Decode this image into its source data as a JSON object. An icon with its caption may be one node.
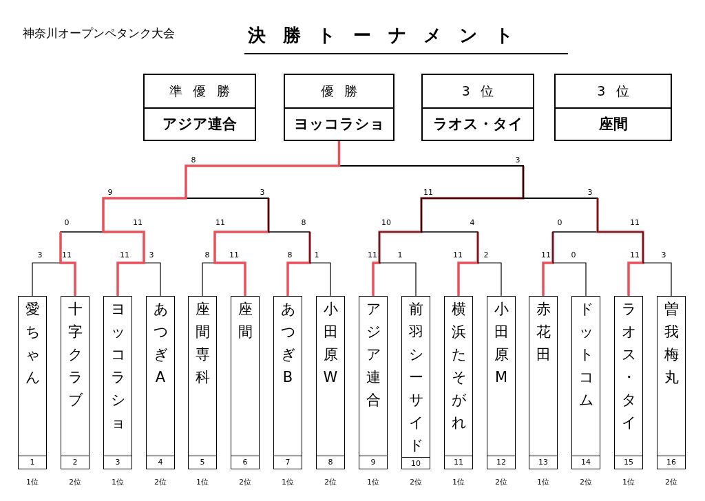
{
  "diagram": {
    "title": "決勝トーナメント",
    "nodes": [
      {
        "text": [
          "準優勝",
          "アジア連合"
        ]
      },
      {
        "text": [
          "優勝",
          "ヨッコラショ"
        ]
      },
      {
        "text": [
          "3位",
          "ラオス・タイ"
        ]
      },
      {
        "text": [
          "3位",
          "座間"
        ]
      },
      {
        "text": [
          "愛ちゃん",
          "1"
        ],
        "beside": [
          "1位"
        ]
      },
      {
        "text": [
          "十字クラブ",
          "2"
        ],
        "beside": [
          "2位"
        ]
      },
      {
        "text": [
          "ヨッコラショ",
          "3"
        ],
        "beside": [
          "1位"
        ]
      },
      {
        "text": [
          "あつぎA",
          "4"
        ],
        "beside": [
          "2位"
        ]
      },
      {
        "text": [
          "座間専科",
          "5"
        ],
        "beside": [
          "1位"
        ]
      },
      {
        "text": [
          "座間",
          "6"
        ],
        "beside": [
          "2位"
        ]
      },
      {
        "text": [
          "あつぎB",
          "7"
        ],
        "beside": [
          "1位"
        ]
      },
      {
        "text": [
          "小田原W",
          "8"
        ],
        "beside": [
          "2位"
        ]
      },
      {
        "text": [
          "アジア連合",
          "9"
        ],
        "beside": [
          "1位"
        ]
      },
      {
        "text": [
          "前羽シーサイド",
          "10"
        ],
        "beside": [
          "2位"
        ]
      },
      {
        "text": [
          "横浜たそがれ",
          "11"
        ],
        "beside": [
          "1位"
        ]
      },
      {
        "text": [
          "小田原M",
          "12"
        ],
        "beside": [
          "2位"
        ]
      },
      {
        "text": [
          "赤花田",
          "13"
        ],
        "beside": [
          "1位"
        ]
      },
      {
        "text": [
          "ドットコム",
          "14"
        ],
        "beside": [
          "2位"
        ]
      },
      {
        "text": [
          "ラオス・タイ",
          "15"
        ],
        "beside": [
          "1位"
        ]
      },
      {
        "text": [
          "曽我梅丸",
          "16"
        ],
        "beside": [
          "2位"
        ]
      }
    ],
    "edges": [
      {
        "from": 4,
        "to": 1,
        "arrow": "none"
      },
      {
        "from": 5,
        "to": 1,
        "arrow": "none"
      },
      {
        "from": 6,
        "to": 1,
        "arrow": "none",
        "style": "thick",
        "color": "#e8505b"
      },
      {
        "from": 7,
        "to": 1,
        "arrow": "none"
      },
      {
        "from": 8,
        "to": 1,
        "arrow": "none"
      },
      {
        "from": 9,
        "to": 1,
        "arrow": "none"
      },
      {
        "from": 10,
        "to": 1,
        "arrow": "none"
      },
      {
        "from": 11,
        "to": 1,
        "arrow": "none"
      },
      {
        "from": 12,
        "to": 1,
        "arrow": "none"
      },
      {
        "from": 13,
        "to": 1,
        "arrow": "none"
      },
      {
        "from": 14,
        "to": 1,
        "arrow": "none"
      },
      {
        "from": 15,
        "to": 1,
        "arrow": "none"
      },
      {
        "from": 16,
        "to": 1,
        "arrow": "none"
      },
      {
        "from": 17,
        "to": 1,
        "arrow": "none"
      },
      {
        "from": 18,
        "to": 1,
        "arrow": "none"
      },
      {
        "from": 19,
        "to": 1,
        "arrow": "none"
      }
    ],
    "labels": [
      "神奈川オープンペタンク大会",
      "8",
      "3",
      "9",
      "3",
      "11",
      "3",
      "0",
      "11",
      "11",
      "8",
      "10",
      "4",
      "0",
      "11",
      "3",
      "11",
      "11",
      "3",
      "8",
      "11",
      "8",
      "1",
      "11",
      "1",
      "11",
      "2",
      "11",
      "0",
      "11",
      "3"
    ]
  }
}
